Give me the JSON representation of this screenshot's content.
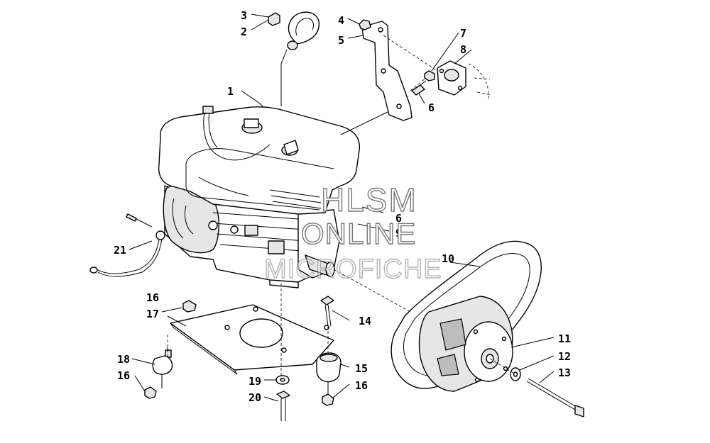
{
  "diagram": {
    "callouts": {
      "c1": "1",
      "c2": "2",
      "c3": "3",
      "c4": "4",
      "c5": "5",
      "c6a": "6",
      "c6b": "6",
      "c7": "7",
      "c8": "8",
      "c9": "9",
      "c10": "10",
      "c11": "11",
      "c12": "12",
      "c13": "13",
      "c14": "14",
      "c15": "15",
      "c16a": "16",
      "c16b": "16",
      "c16c": "16",
      "c17": "17",
      "c18": "18",
      "c19": "19",
      "c20": "20",
      "c21": "21"
    },
    "watermark": {
      "line1": "HLSM",
      "line2": "ONLINE",
      "line3": "MICROFICHE"
    }
  }
}
